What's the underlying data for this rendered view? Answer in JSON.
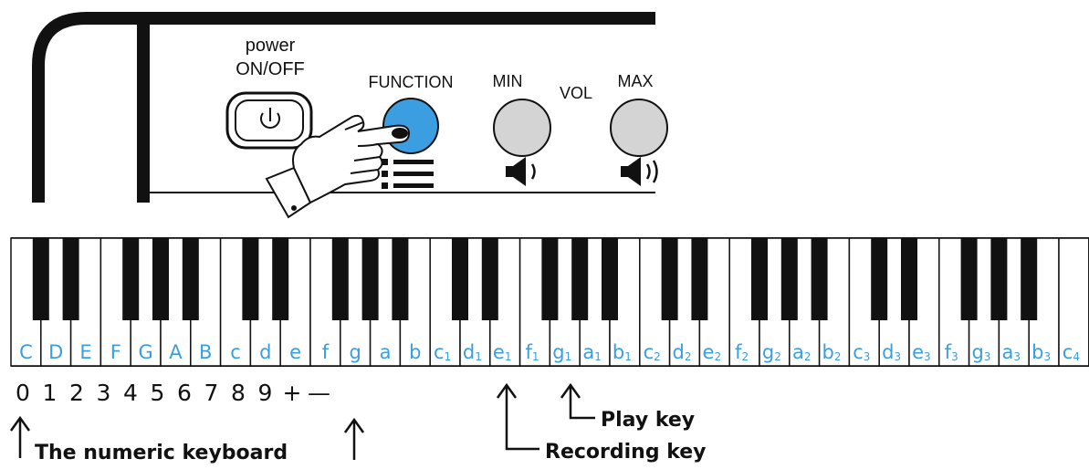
{
  "panel": {
    "power_label": "power",
    "onoff_label": "ON/OFF",
    "function_label": "FUNCTION",
    "min_label": "MIN",
    "vol_label": "VOL",
    "max_label": "MAX"
  },
  "colors": {
    "function_button": "#3a9ee0",
    "volume_button": "#d4d4d4",
    "note_label": "#3a9ee0"
  },
  "keyboard": {
    "white_keys": [
      "C",
      "D",
      "E",
      "F",
      "G",
      "A",
      "B",
      "c",
      "d",
      "e",
      "f",
      "g",
      "a",
      "b",
      "c1",
      "d1",
      "e1",
      "f1",
      "g1",
      "a1",
      "b1",
      "c2",
      "d2",
      "e2",
      "f2",
      "g2",
      "a2",
      "b2",
      "c3",
      "d3",
      "e3",
      "f3",
      "g3",
      "a3",
      "b3",
      "c4"
    ],
    "digits": [
      "0",
      "1",
      "2",
      "3",
      "4",
      "5",
      "6",
      "7",
      "8",
      "9",
      "+",
      "—"
    ]
  },
  "annotations": {
    "numeric_keyboard": "The numeric keyboard",
    "play_key": "Play key",
    "recording_key": "Recording key"
  }
}
